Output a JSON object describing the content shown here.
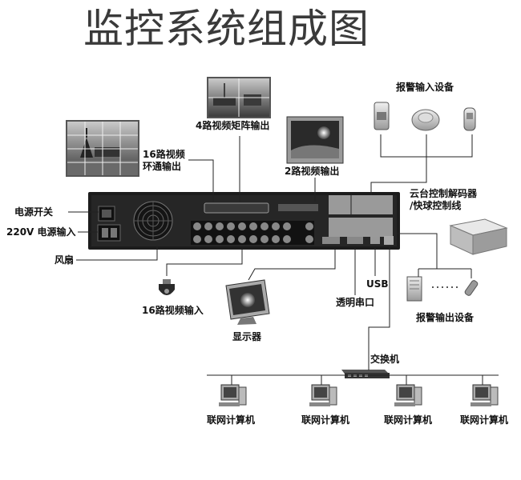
{
  "title": "监控系统组成图",
  "labels": {
    "video_loop_out": "16路视频\n环通输出",
    "matrix_out": "4路视频矩阵输出",
    "two_video_out": "2路视频输出",
    "alarm_input_device": "报警输入设备",
    "ptz_decoder": "云台控制解码器\n/快球控制线",
    "power_switch": "电源开关",
    "power_input": "220V 电源输入",
    "fan": "风扇",
    "video_input_16": "16路视频输入",
    "monitor": "显示器",
    "serial_port": "透明串口",
    "usb": "USB",
    "alarm_output_device": "报警输出设备",
    "switch": "交换机",
    "pc1": "联网计算机",
    "pc2": "联网计算机",
    "pc3": "联网计算机",
    "pc4": "联网计算机"
  },
  "colors": {
    "line": "#222222",
    "panel": "#1c1c1c",
    "title": "#3a3a3a"
  }
}
